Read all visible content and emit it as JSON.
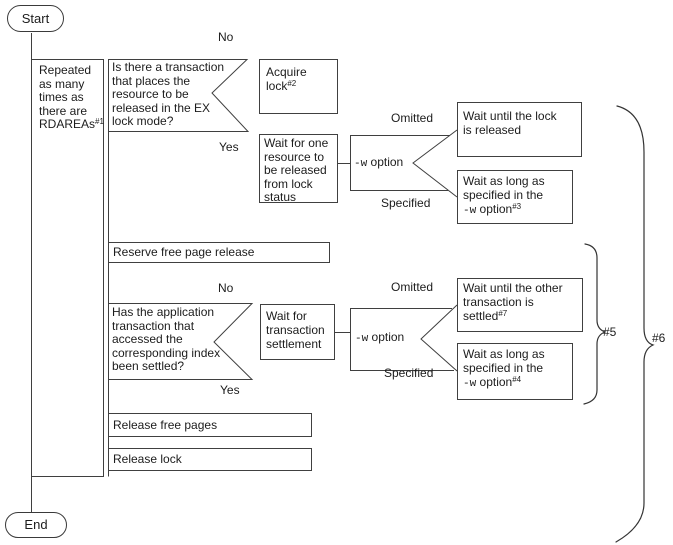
{
  "diagram": {
    "start_label": "Start",
    "end_label": "End",
    "loop_annotation": {
      "text": "Repeated\nas many\ntimes as\nthere are\nRDAREAs",
      "sup": "#1"
    },
    "branch1": {
      "question": "Is there a transaction\nthat places the\nresource to be\nreleased in the EX\nlock mode?",
      "no_label": "No",
      "yes_label": "Yes",
      "no_action": {
        "text": "Acquire\nlock",
        "sup": "#2"
      },
      "yes_action": "Wait for one\nresource to\nbe released\nfrom lock\nstatus",
      "fork": {
        "mono": "-w",
        "text": " option"
      },
      "omitted_label": "Omitted",
      "specified_label": "Specified",
      "omitted_action": "Wait until the lock\nis released",
      "specified_action": {
        "pre": "Wait as long as\nspecified in the\n",
        "mono": "-w",
        "post": " option",
        "sup": "#3"
      }
    },
    "step_reserve": "Reserve free page release",
    "branch2": {
      "question": "Has the application\ntransaction that\naccessed the\ncorresponding index\nbeen settled?",
      "no_label": "No",
      "yes_label": "Yes",
      "no_action": "Wait for\ntransaction\nsettlement",
      "fork": {
        "mono": "-w",
        "text": " option"
      },
      "omitted_label": "Omitted",
      "specified_label": "Specified",
      "omitted_action": {
        "pre": "Wait until the other\ntransaction is\nsettled",
        "sup": "#7"
      },
      "specified_action": {
        "pre": "Wait as long as\nspecified in the\n",
        "mono": "-w",
        "post": " option",
        "sup": "#4"
      }
    },
    "step_release_pages": "Release free pages",
    "step_release_lock": "Release lock",
    "note5_label": "#5",
    "note6_label": "#6"
  },
  "colors": {
    "line": "#3f3f3f",
    "text": "#1c1c1c",
    "background": "#ffffff"
  }
}
